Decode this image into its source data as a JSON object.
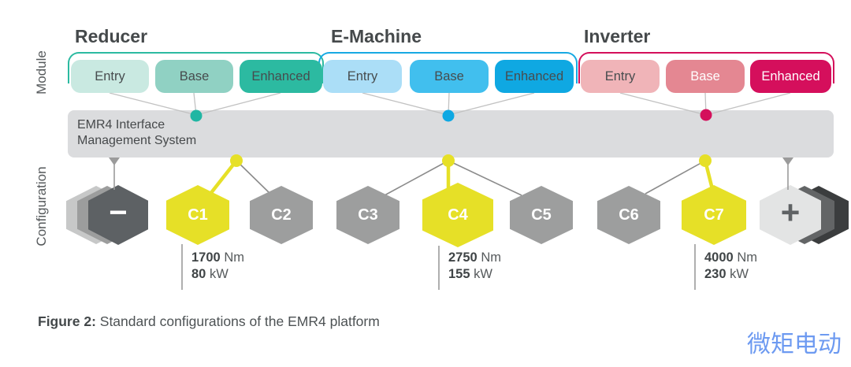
{
  "axis_labels": {
    "module": "Module",
    "configuration": "Configuration"
  },
  "modules": [
    {
      "name": "Reducer",
      "accent": "#2cbaa1",
      "tiers": [
        "Entry",
        "Base",
        "Enhanced"
      ],
      "tier_colors": [
        "#c9e9e1",
        "#90d1c3",
        "#2cbaa1"
      ]
    },
    {
      "name": "E-Machine",
      "accent": "#17a9e3",
      "tiers": [
        "Entry",
        "Base",
        "Enhanced"
      ],
      "tier_colors": [
        "#abdef7",
        "#41bfee",
        "#0fa8e2"
      ]
    },
    {
      "name": "Inverter",
      "accent": "#d40f5b",
      "tiers": [
        "Entry",
        "Base",
        "Enhanced"
      ],
      "tier_colors": [
        "#f0b4b8",
        "#e48792",
        "#d50f5c"
      ]
    }
  ],
  "interface_bar": {
    "line1": "EMR4 Interface",
    "line2": "Management System"
  },
  "configurations": [
    {
      "id": "C1",
      "highlighted": true,
      "spec": {
        "torque_value": "1700",
        "torque_unit": "Nm",
        "power_value": "80",
        "power_unit": "kW"
      }
    },
    {
      "id": "C2",
      "highlighted": false
    },
    {
      "id": "C3",
      "highlighted": false
    },
    {
      "id": "C4",
      "highlighted": true,
      "spec": {
        "torque_value": "2750",
        "torque_unit": "Nm",
        "power_value": "155",
        "power_unit": "kW"
      }
    },
    {
      "id": "C5",
      "highlighted": false
    },
    {
      "id": "C6",
      "highlighted": false
    },
    {
      "id": "C7",
      "highlighted": true,
      "spec": {
        "torque_value": "4000",
        "torque_unit": "Nm",
        "power_value": "230",
        "power_unit": "kW"
      }
    }
  ],
  "controls": {
    "minus": "−",
    "plus": "+"
  },
  "caption": {
    "prefix": "Figure 2:",
    "text": " Standard configurations of the EMR4 platform"
  },
  "watermark": "微矩电动",
  "colors": {
    "highlight_yellow": "#e6e027",
    "config_gray": "#9d9e9e",
    "bar_gray": "#dbdcde",
    "reducer_teal": "#2cbaa1",
    "emachine_blue": "#17a9e3",
    "inverter_crimson": "#d40f5b",
    "watermark_blue": "#6d9af1"
  }
}
